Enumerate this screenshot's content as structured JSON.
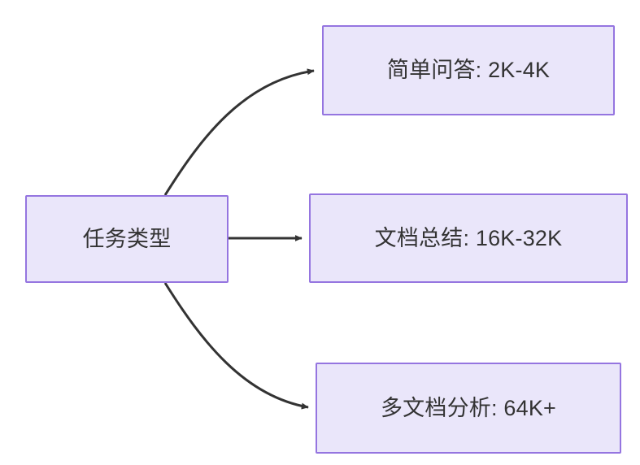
{
  "diagram": {
    "type": "flowchart",
    "direction": "left-to-right",
    "background_color": "#ffffff",
    "node_fill_color": "#eae6fa",
    "node_border_color": "#9575e0",
    "node_text_color": "#333333",
    "edge_color": "#333333",
    "nodes": [
      {
        "id": "root",
        "label": "任务类型"
      },
      {
        "id": "simple_qa",
        "label": "简单问答: 2K-4K"
      },
      {
        "id": "doc_summary",
        "label": "文档总结: 16K-32K"
      },
      {
        "id": "multi_doc",
        "label": "多文档分析: 64K+"
      }
    ],
    "edges": [
      {
        "from": "root",
        "to": "simple_qa",
        "style": "curved",
        "arrowhead": "filled-triangle",
        "label": ""
      },
      {
        "from": "root",
        "to": "doc_summary",
        "style": "straight",
        "arrowhead": "filled-triangle",
        "label": ""
      },
      {
        "from": "root",
        "to": "multi_doc",
        "style": "curved",
        "arrowhead": "filled-triangle",
        "label": ""
      }
    ]
  }
}
